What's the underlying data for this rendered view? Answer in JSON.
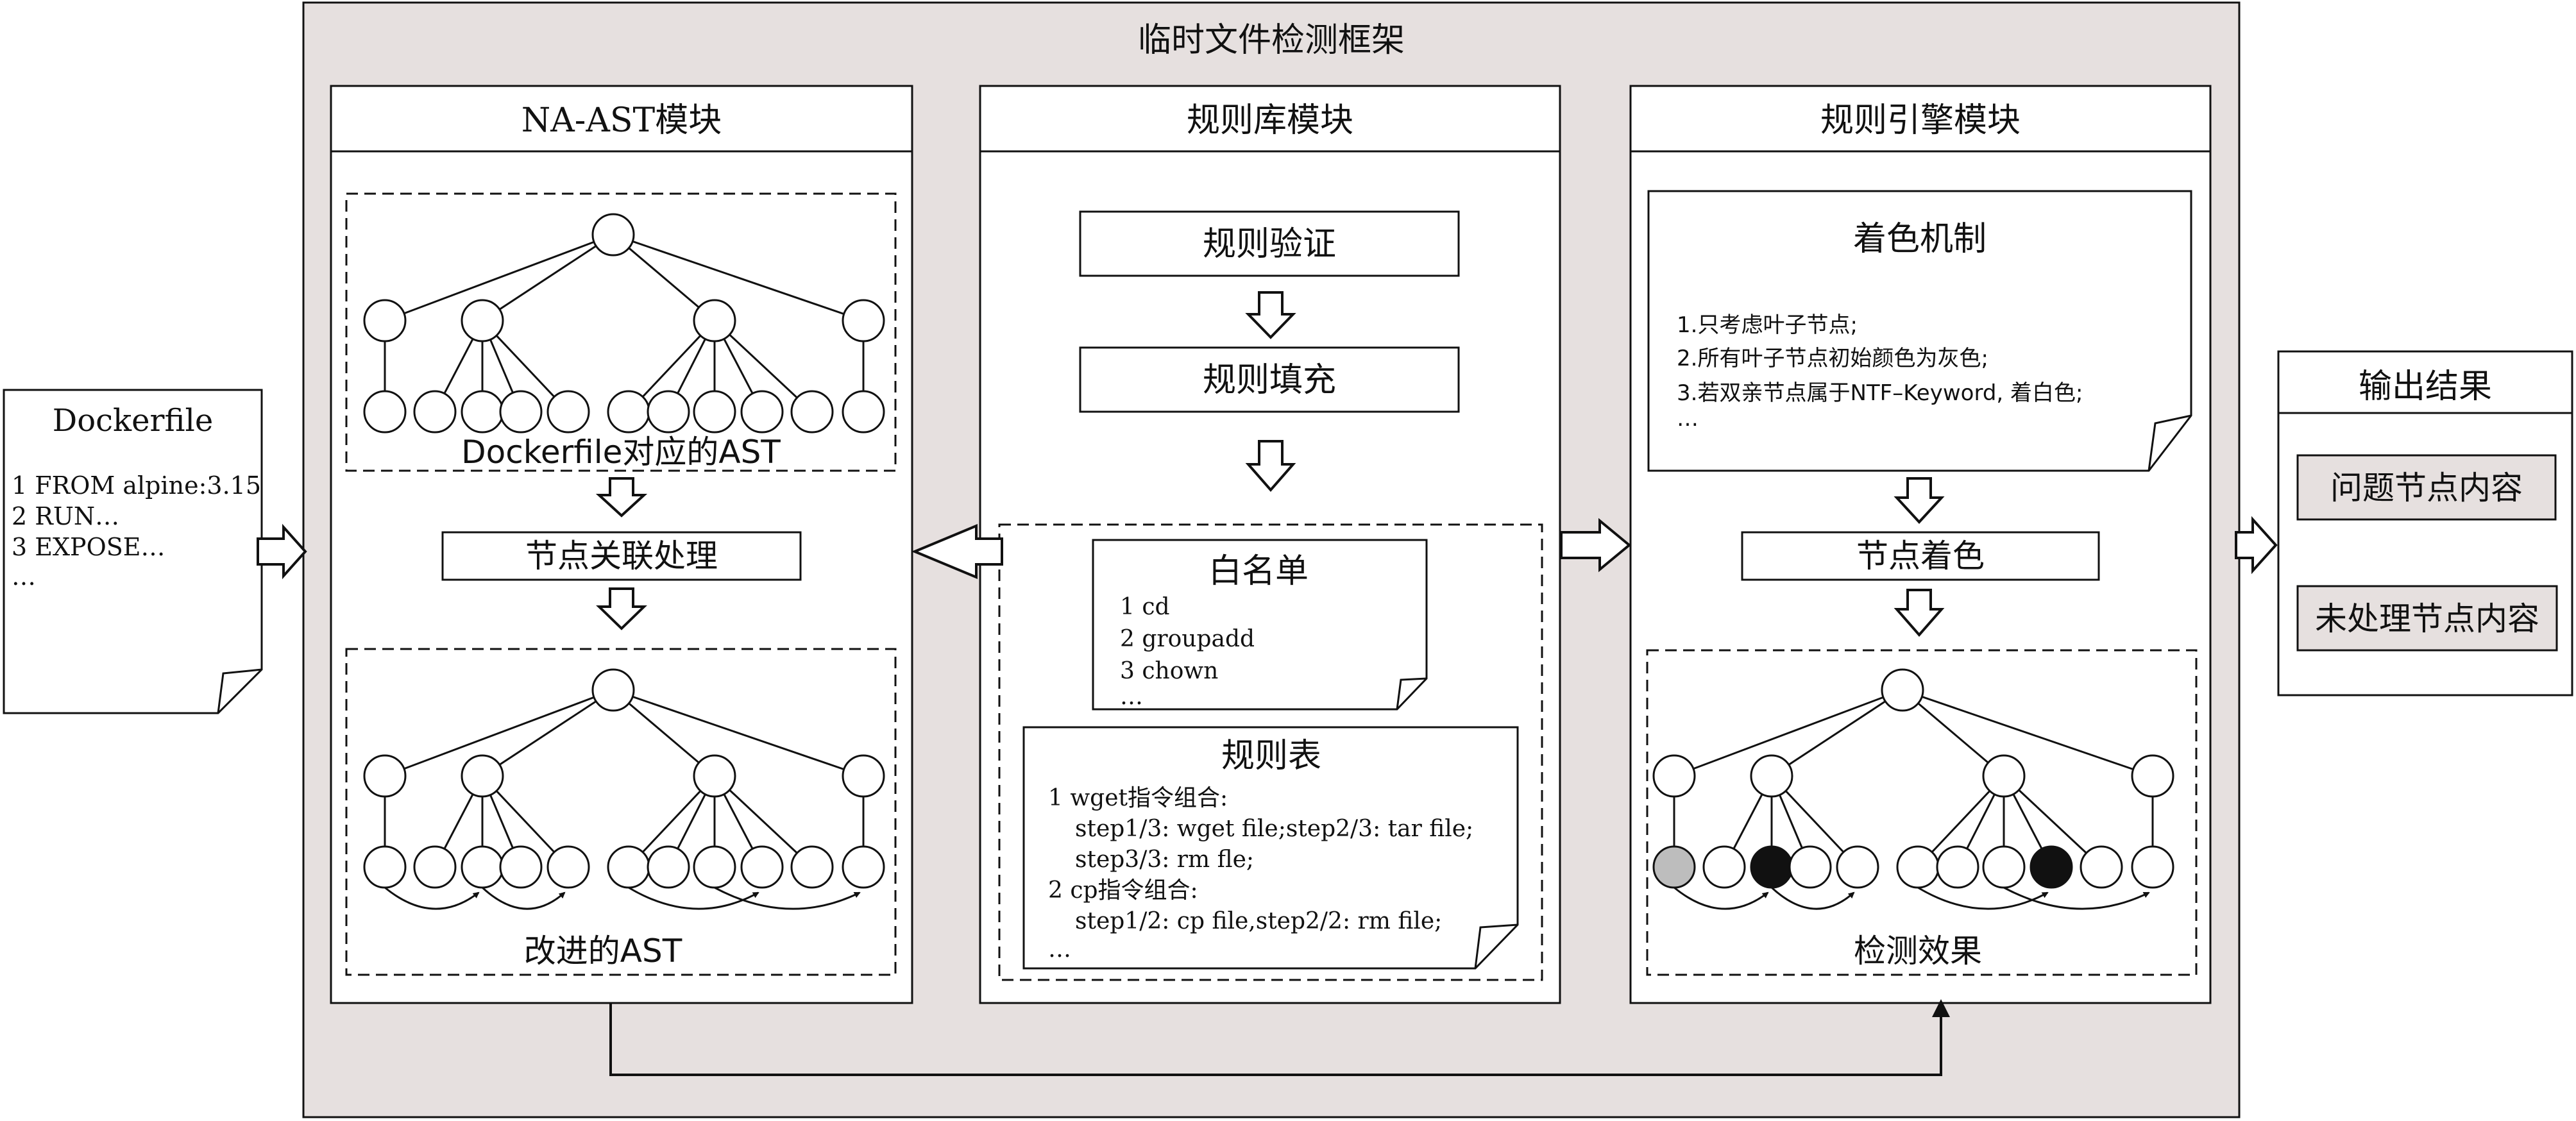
{
  "framework": {
    "title": "临时文件检测框架"
  },
  "input_doc": {
    "title": "Dockerfile",
    "lines": [
      "1 FROM alpine:3.15",
      "2 RUN…",
      "3 EXPOSE…",
      "…"
    ]
  },
  "na_ast": {
    "title": "NA-AST模块",
    "tree_top_label": "Dockerfile对应的AST",
    "process_label": "节点关联处理",
    "tree_bottom_label": "改进的AST"
  },
  "rule_db": {
    "title": "规则库模块",
    "step1": "规则验证",
    "step2": "规则填充",
    "whitelist": {
      "title": "白名单",
      "lines": [
        "1 cd",
        "2 groupadd",
        "3 chown",
        "…"
      ]
    },
    "rule_table": {
      "title": "规则表",
      "lines": [
        "1 wget指令组合:",
        "step1/3: wget file;step2/3: tar file;",
        "step3/3: rm fle;",
        "2 cp指令组合:",
        "step1/2: cp file,step2/2: rm file;",
        "…"
      ]
    }
  },
  "rule_engine": {
    "title": "规则引擎模块",
    "coloring": {
      "title": "着色机制",
      "lines": [
        "1.只考虑叶子节点;",
        "2.所有叶子节点初始颜色为灰色;",
        "3.若双亲节点属于NTF–Keyword, 着白色;",
        "…"
      ]
    },
    "node_color_label": "节点着色",
    "effect_label": "检测效果"
  },
  "output": {
    "title": "输出结果",
    "items": [
      "问题节点内容",
      "未处理节点内容"
    ]
  },
  "colors": {
    "framework_bg": "#e6e0df",
    "output_item_bg": "#e6e0df",
    "grey_node": "#bdbdbd",
    "black_node": "#111111",
    "stroke": "#111111"
  }
}
